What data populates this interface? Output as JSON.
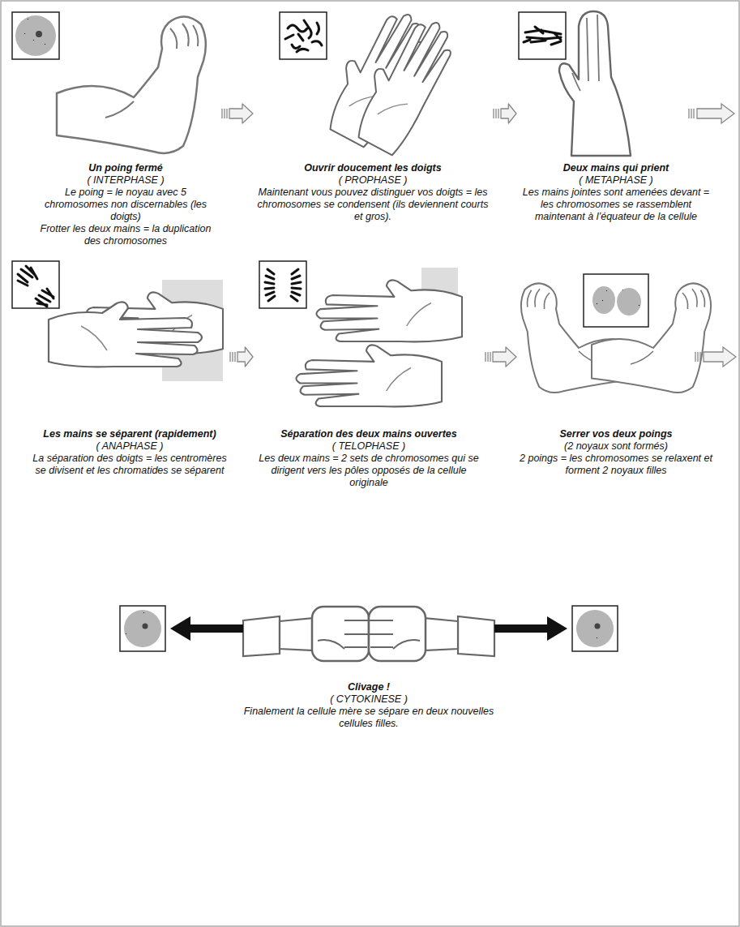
{
  "diagram": {
    "nodes": [
      {
        "text": [
          "Un poing fermé",
          "( INTERPHASE )",
          "Le poing = le noyau avec 5 chromosomes non discernables (les doigts)",
          "Frotter les deux mains = la duplication des chromosomes"
        ]
      },
      {
        "text": [
          "Ouvrir doucement les doigts",
          "( PROPHASE )",
          "Maintenant vous pouvez distinguer vos doigts = les chromosomes se condensent (ils deviennent courts et gros)."
        ]
      },
      {
        "text": [
          "Deux mains qui prient",
          "( METAPHASE )",
          "Les mains jointes sont amenées devant = les chromosomes se rassemblent maintenant à l’équateur de la cellule"
        ]
      },
      {
        "text": [
          "Les mains se séparent (rapidement)",
          "( ANAPHASE )",
          "La séparation des doigts = les centromères se divisent et les chromatides se séparent"
        ]
      },
      {
        "text": [
          "Séparation des deux mains ouvertes",
          "( TELOPHASE )",
          "Les deux mains = 2 sets de chromosomes qui se dirigent vers les pôles opposés de la cellule originale"
        ]
      },
      {
        "text": [
          "Serrer vos deux poings",
          "(2 noyaux sont formés)",
          "2 poings = les chromosomes se relaxent et forment 2 noyaux filles"
        ]
      },
      {
        "text": [
          "Clivage !",
          "( CYTOKINESE )",
          "Finalement la cellule mère se sépare en deux nouvelles cellules filles."
        ]
      }
    ],
    "edges": [
      {
        "from": 0,
        "to": 1,
        "arrow": "to"
      },
      {
        "from": 1,
        "to": 2,
        "arrow": "to"
      },
      {
        "from": 3,
        "to": 4,
        "arrow": "to"
      },
      {
        "from": 4,
        "to": 5,
        "arrow": "to"
      }
    ]
  }
}
